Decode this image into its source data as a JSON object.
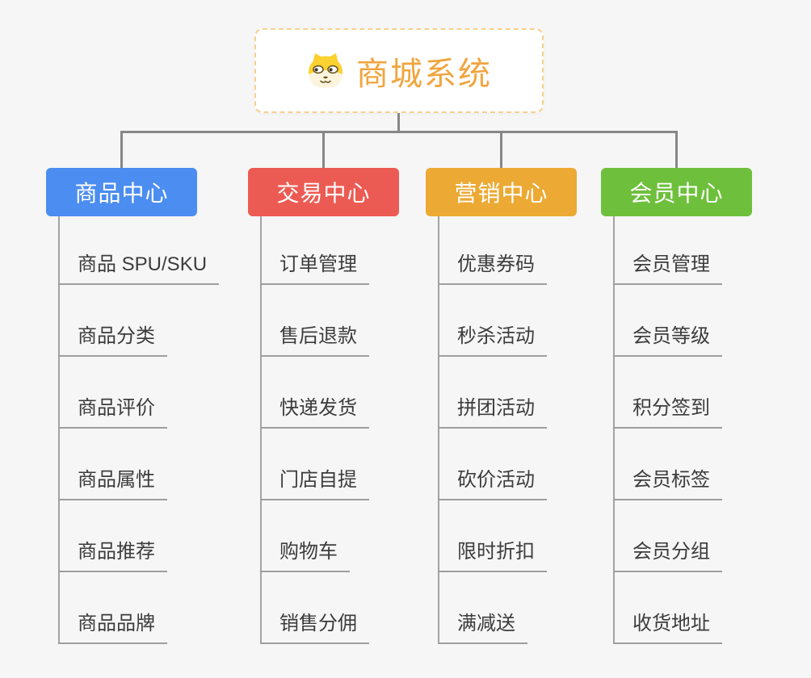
{
  "root": {
    "label": "商城系统",
    "icon": "dog-face-icon",
    "text_color": "#f0a53e",
    "border_color": "#f8d08f"
  },
  "branches": [
    {
      "id": "product-center",
      "label": "商品中心",
      "color": "#4b8df0",
      "children": [
        "商品 SPU/SKU",
        "商品分类",
        "商品评价",
        "商品属性",
        "商品推荐",
        "商品品牌"
      ]
    },
    {
      "id": "trade-center",
      "label": "交易中心",
      "color": "#ec5b53",
      "children": [
        "订单管理",
        "售后退款",
        "快递发货",
        "门店自提",
        "购物车",
        "销售分佣"
      ]
    },
    {
      "id": "marketing-center",
      "label": "营销中心",
      "color": "#eca933",
      "children": [
        "优惠券码",
        "秒杀活动",
        "拼团活动",
        "砍价活动",
        "限时折扣",
        "满减送"
      ]
    },
    {
      "id": "member-center",
      "label": "会员中心",
      "color": "#6ec03c",
      "children": [
        "会员管理",
        "会员等级",
        "积分签到",
        "会员标签",
        "会员分组",
        "收货地址"
      ]
    }
  ],
  "connector_color": "#878787",
  "background_color": "#f6f6f6"
}
